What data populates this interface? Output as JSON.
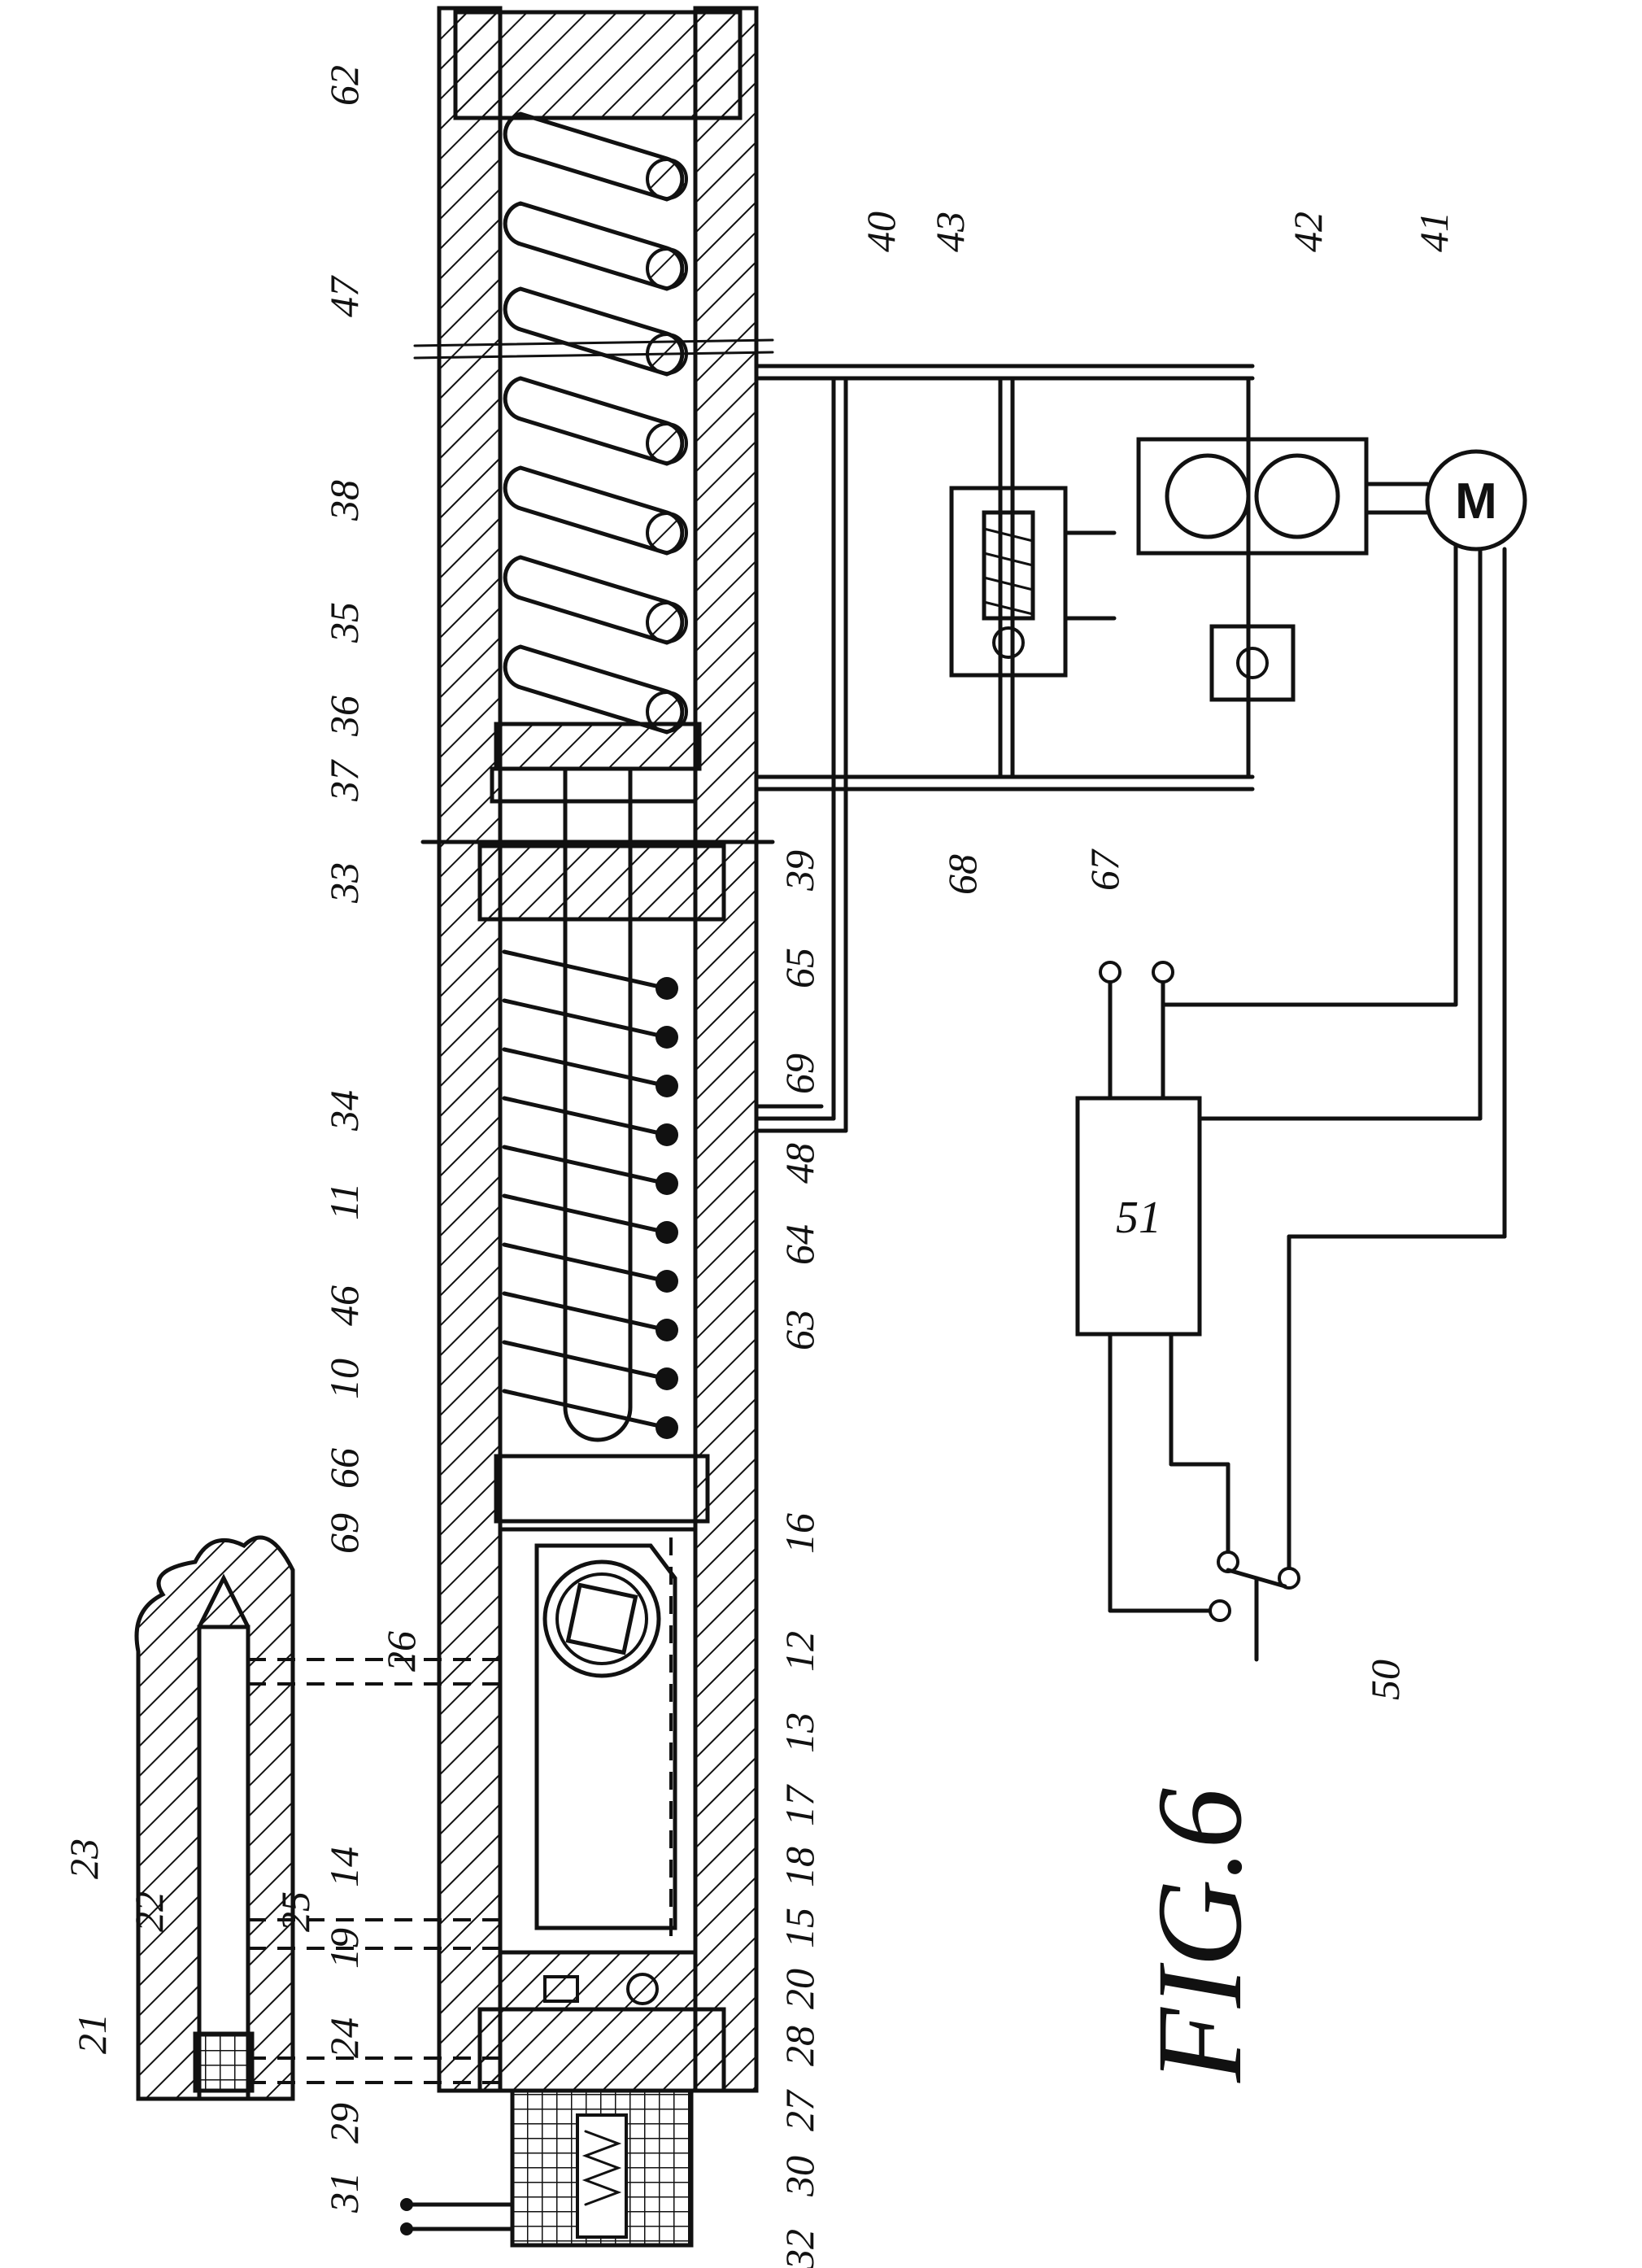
{
  "figure": {
    "title": "FIG.6"
  },
  "blocks": {
    "control_unit": "51",
    "motor": "M"
  },
  "reference_numerals": [
    {
      "id": "62",
      "text": "62"
    },
    {
      "id": "47",
      "text": "47"
    },
    {
      "id": "38",
      "text": "38"
    },
    {
      "id": "35",
      "text": "35"
    },
    {
      "id": "36",
      "text": "36"
    },
    {
      "id": "37",
      "text": "37"
    },
    {
      "id": "33",
      "text": "33"
    },
    {
      "id": "34",
      "text": "34"
    },
    {
      "id": "11",
      "text": "11"
    },
    {
      "id": "46",
      "text": "46"
    },
    {
      "id": "10",
      "text": "10"
    },
    {
      "id": "66",
      "text": "66"
    },
    {
      "id": "69a",
      "text": "69"
    },
    {
      "id": "26",
      "text": "26"
    },
    {
      "id": "23",
      "text": "23"
    },
    {
      "id": "14",
      "text": "14"
    },
    {
      "id": "22",
      "text": "22"
    },
    {
      "id": "25",
      "text": "25"
    },
    {
      "id": "19",
      "text": "19"
    },
    {
      "id": "21",
      "text": "21"
    },
    {
      "id": "24",
      "text": "24"
    },
    {
      "id": "29",
      "text": "29"
    },
    {
      "id": "31",
      "text": "31"
    },
    {
      "id": "30",
      "text": "30"
    },
    {
      "id": "32",
      "text": "32"
    },
    {
      "id": "27",
      "text": "27"
    },
    {
      "id": "28",
      "text": "28"
    },
    {
      "id": "20",
      "text": "20"
    },
    {
      "id": "15",
      "text": "15"
    },
    {
      "id": "18",
      "text": "18"
    },
    {
      "id": "17",
      "text": "17"
    },
    {
      "id": "13",
      "text": "13"
    },
    {
      "id": "12",
      "text": "12"
    },
    {
      "id": "16",
      "text": "16"
    },
    {
      "id": "63",
      "text": "63"
    },
    {
      "id": "64",
      "text": "64"
    },
    {
      "id": "48",
      "text": "48"
    },
    {
      "id": "69b",
      "text": "69"
    },
    {
      "id": "65",
      "text": "65"
    },
    {
      "id": "39",
      "text": "39"
    },
    {
      "id": "68",
      "text": "68"
    },
    {
      "id": "67",
      "text": "67"
    },
    {
      "id": "40",
      "text": "40"
    },
    {
      "id": "43",
      "text": "43"
    },
    {
      "id": "42",
      "text": "42"
    },
    {
      "id": "41",
      "text": "41"
    },
    {
      "id": "50",
      "text": "50"
    }
  ]
}
